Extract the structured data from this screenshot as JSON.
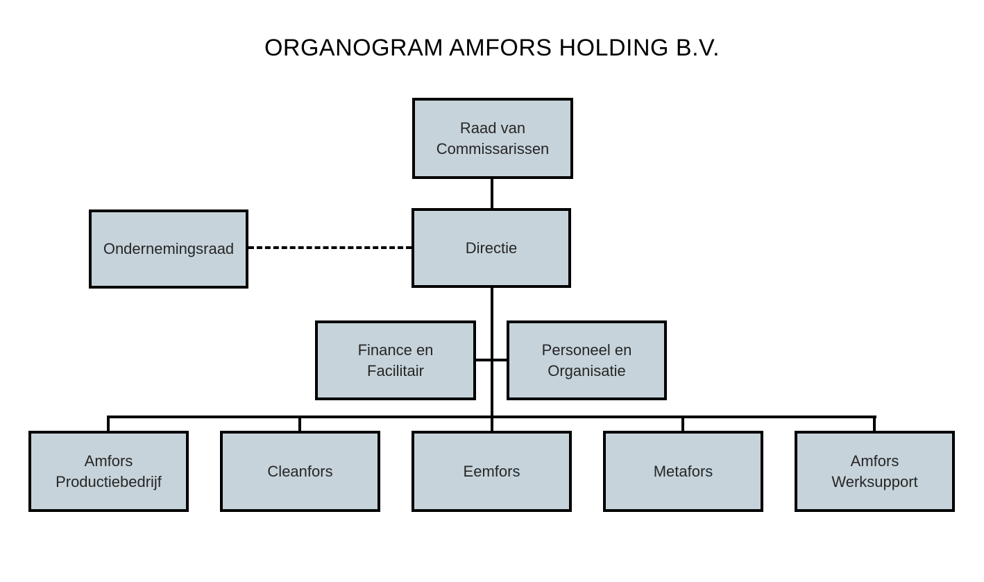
{
  "title": "ORGANOGRAM AMFORS HOLDING B.V.",
  "colors": {
    "background": "#ffffff",
    "box_fill": "#c6d3da",
    "box_border": "#000000",
    "text": "#262626",
    "connector": "#000000"
  },
  "nodes": {
    "raad_van_commissarissen": {
      "label": "Raad van\nCommissarissen"
    },
    "ondernemingsraad": {
      "label": "Ondernemingsraad"
    },
    "directie": {
      "label": "Directie"
    },
    "finance_facilitair": {
      "label": "Finance en\nFacilitair"
    },
    "personeel_organisatie": {
      "label": "Personeel en\nOrganisatie"
    },
    "amfors_productiebedrijf": {
      "label": "Amfors\nProductiebedrijf"
    },
    "cleanfors": {
      "label": "Cleanfors"
    },
    "eemfors": {
      "label": "Eemfors"
    },
    "metafors": {
      "label": "Metafors"
    },
    "amfors_werksupport": {
      "label": "Amfors\nWerksupport"
    }
  },
  "edges": [
    {
      "from": "raad_van_commissarissen",
      "to": "directie",
      "style": "solid"
    },
    {
      "from": "ondernemingsraad",
      "to": "directie",
      "style": "dashed"
    },
    {
      "from": "directie",
      "to": "finance_facilitair",
      "style": "solid"
    },
    {
      "from": "directie",
      "to": "personeel_organisatie",
      "style": "solid"
    },
    {
      "from": "directie",
      "to": "amfors_productiebedrijf",
      "style": "solid"
    },
    {
      "from": "directie",
      "to": "cleanfors",
      "style": "solid"
    },
    {
      "from": "directie",
      "to": "eemfors",
      "style": "solid"
    },
    {
      "from": "directie",
      "to": "metafors",
      "style": "solid"
    },
    {
      "from": "directie",
      "to": "amfors_werksupport",
      "style": "solid"
    }
  ]
}
